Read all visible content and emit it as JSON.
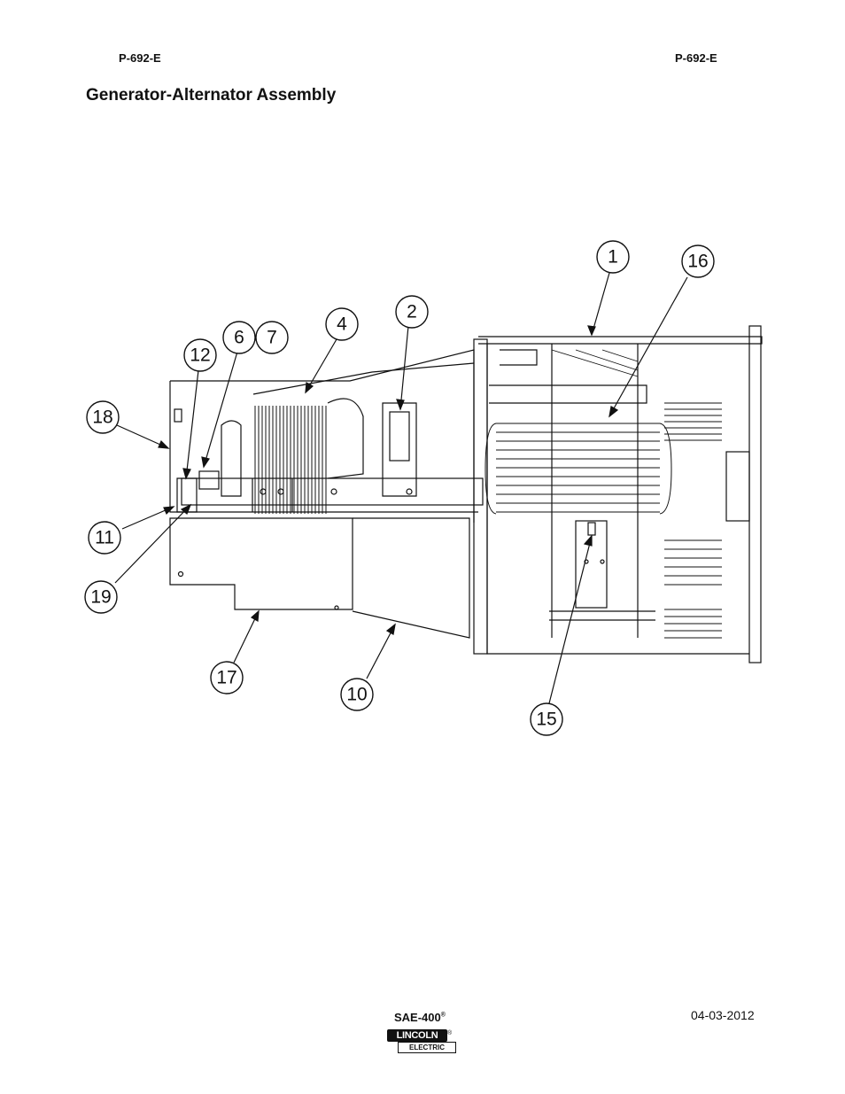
{
  "header": {
    "left_code": "P-692-E",
    "right_code": "P-692-E"
  },
  "title": "Generator-Alternator Assembly",
  "callouts": [
    "1",
    "2",
    "4",
    "6",
    "7",
    "10",
    "11",
    "12",
    "15",
    "16",
    "17",
    "18",
    "19"
  ],
  "footer": {
    "model": "SAE-400",
    "model_mark": "®",
    "date": "04-03-2012",
    "logo_top": "LINCOLN",
    "logo_bottom": "ELECTRIC",
    "logo_mark": "®"
  }
}
